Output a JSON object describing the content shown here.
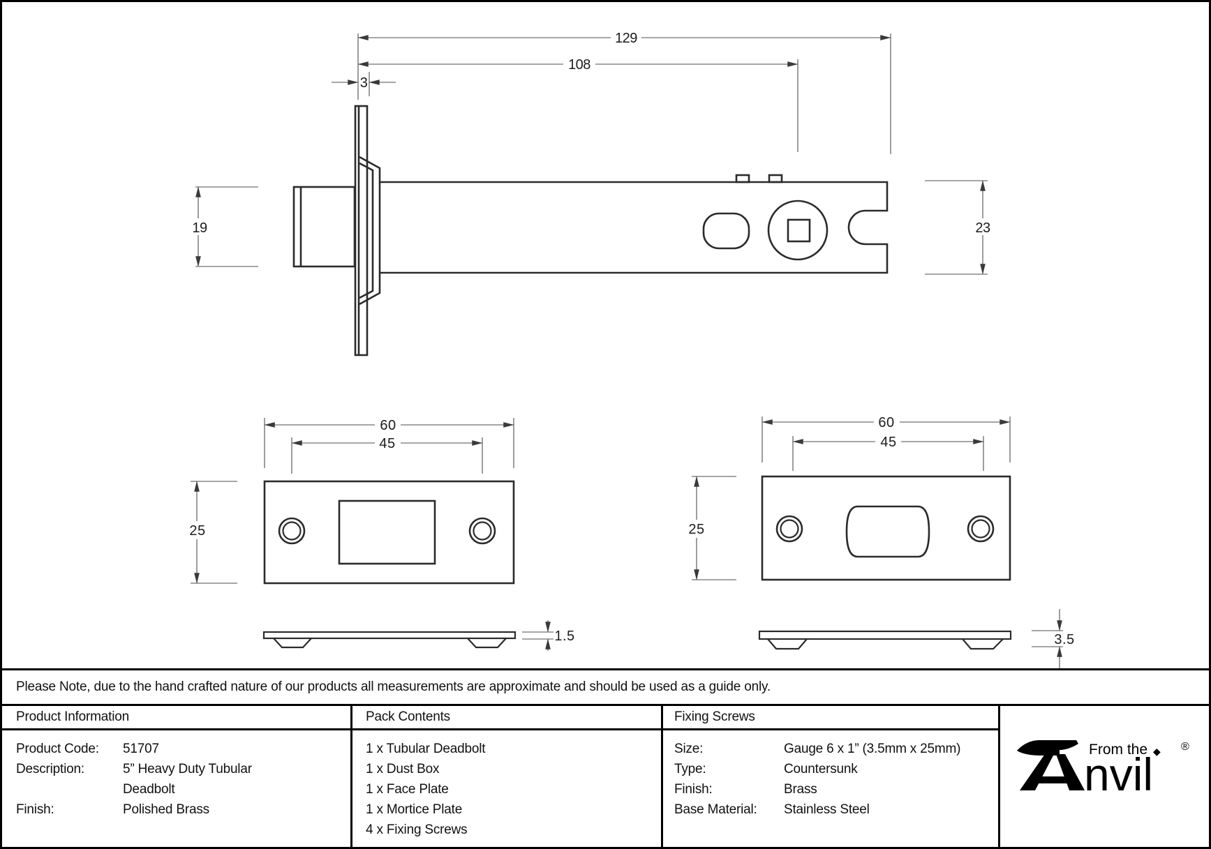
{
  "drawing": {
    "dims": {
      "overall_length": "129",
      "backset": "108",
      "faceplate_lip": "3",
      "bolt_width": "19",
      "case_height": "23",
      "mortice_plate_width": "60",
      "mortice_plate_holes": "45",
      "mortice_plate_height": "25",
      "face_plate_width": "60",
      "face_plate_holes": "45",
      "face_plate_height": "25",
      "mortice_plate_thickness": "1.5",
      "face_plate_thickness": "3.5"
    }
  },
  "note": "Please Note, due to the hand crafted nature of our products all measurements are approximate and should be used as a guide only.",
  "table": {
    "product_information": {
      "header": "Product Information",
      "rows": [
        {
          "label": "Product Code:",
          "value": "51707"
        },
        {
          "label": "Description:",
          "value": "5” Heavy Duty Tubular"
        },
        {
          "label": "",
          "value": "Deadbolt"
        },
        {
          "label": "Finish:",
          "value": "Polished Brass"
        }
      ]
    },
    "pack_contents": {
      "header": "Pack Contents",
      "items": [
        "1 x Tubular Deadbolt",
        "1 x Dust Box",
        "1 x Face Plate",
        "1 x Mortice Plate",
        "4 x Fixing Screws"
      ]
    },
    "fixing_screws": {
      "header": "Fixing Screws",
      "rows": [
        {
          "label": "Size:",
          "value": "Gauge 6 x 1” (3.5mm x 25mm)"
        },
        {
          "label": "Type:",
          "value": "Countersunk"
        },
        {
          "label": "Finish:",
          "value": "Brass"
        },
        {
          "label": "Base Material:",
          "value": "Stainless Steel"
        }
      ]
    }
  },
  "brand": {
    "tagline": "From the",
    "diamond": "◆",
    "name_rest": "nvil",
    "registered": "®"
  },
  "colors": {
    "line_heavy": "#2b2b2b",
    "line_dim": "#4d4d4d",
    "text": "#111111",
    "background": "#ffffff"
  }
}
